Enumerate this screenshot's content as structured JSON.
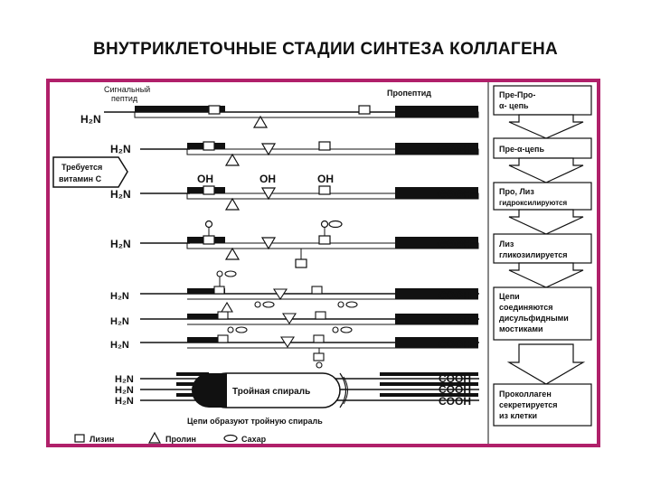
{
  "page_title": "ВНУТРИКЛЕТОЧНЫЕ СТАДИИ СИНТЕЗА КОЛЛАГЕНА",
  "colors": {
    "frame": "#b0206a",
    "ink": "#111111"
  },
  "labels": {
    "signal_peptide_1": "Сигнальный",
    "signal_peptide_2": "пептид",
    "propeptide": "Пропептид",
    "requires_1": "Требуется",
    "requires_2": "витамин С",
    "oh": "OH",
    "triple_helix": "Тройная спираль",
    "chains_form": "Цепи образуют тройную спираль"
  },
  "termini": {
    "h2n": "H₂N",
    "cooh": "COOH"
  },
  "legend": {
    "lysine": "Лизин",
    "proline": "Пролин",
    "sugar": "Сахар"
  },
  "steps": [
    {
      "line1": "Пре-Про-",
      "line2": "α- цепь"
    },
    {
      "line1": "Пре-α-цепь",
      "line2": ""
    },
    {
      "line1": "Про, Лиз",
      "line2": "гидроксилируются"
    },
    {
      "line1": "Лиз",
      "line2": "гликозилируется"
    },
    {
      "line1": "Цепи",
      "line2": "соединяются",
      "line3": "дисульфидными",
      "line4": "мостиками"
    },
    {
      "line1": "Проколлаген",
      "line2": "секретируется",
      "line3": "из клетки"
    }
  ]
}
